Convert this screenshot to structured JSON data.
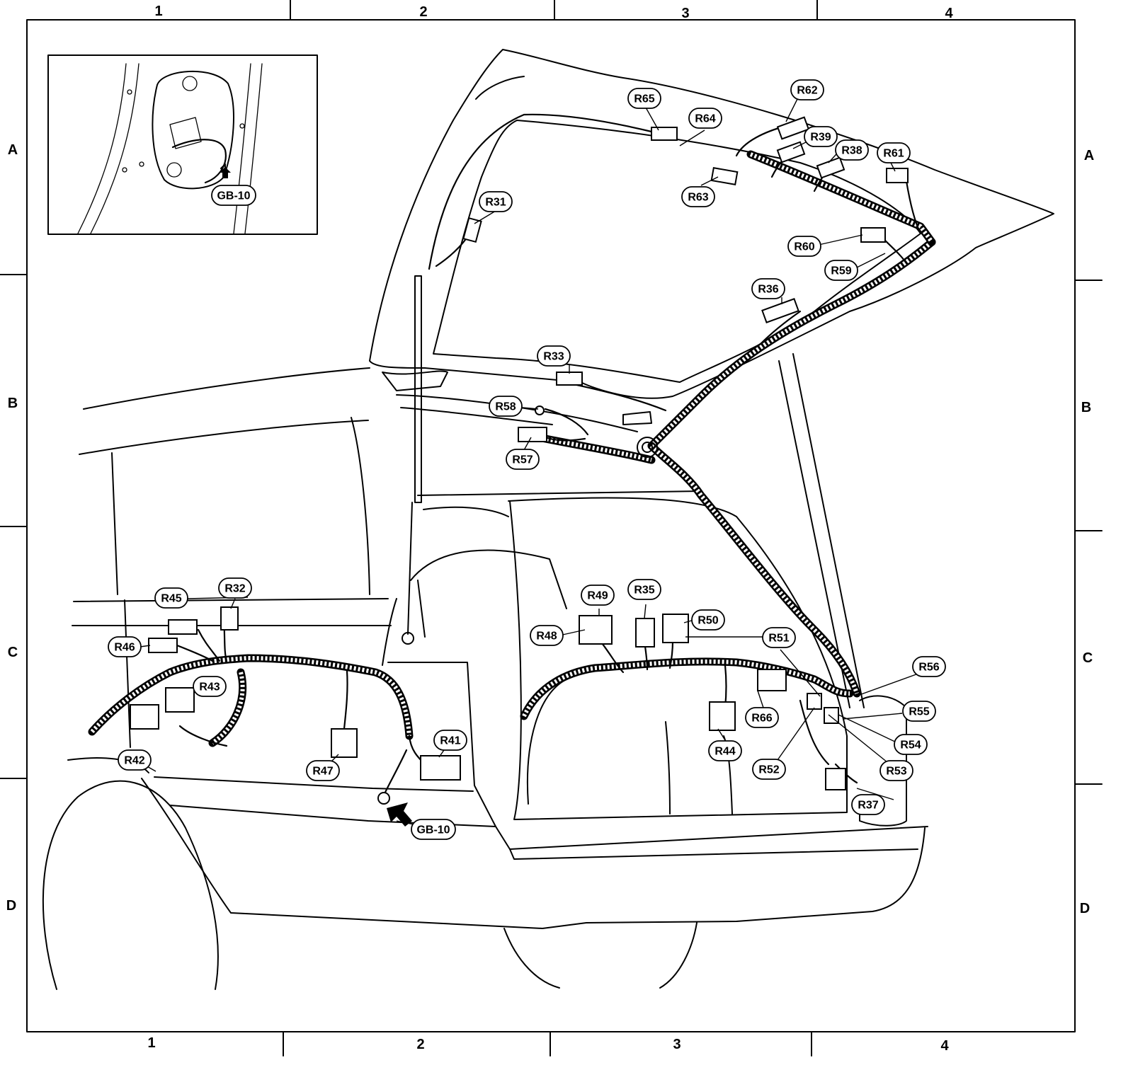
{
  "grid": {
    "columns": [
      "1",
      "2",
      "3",
      "4"
    ],
    "rows": [
      "A",
      "B",
      "C",
      "D"
    ]
  },
  "connectors": [
    {
      "id": "R31",
      "label": "R31"
    },
    {
      "id": "R32",
      "label": "R32"
    },
    {
      "id": "R33",
      "label": "R33"
    },
    {
      "id": "R35",
      "label": "R35"
    },
    {
      "id": "R36",
      "label": "R36"
    },
    {
      "id": "R37",
      "label": "R37"
    },
    {
      "id": "R38",
      "label": "R38"
    },
    {
      "id": "R39",
      "label": "R39"
    },
    {
      "id": "R41",
      "label": "R41"
    },
    {
      "id": "R42",
      "label": "R42"
    },
    {
      "id": "R43",
      "label": "R43"
    },
    {
      "id": "R44",
      "label": "R44"
    },
    {
      "id": "R45",
      "label": "R45"
    },
    {
      "id": "R46",
      "label": "R46"
    },
    {
      "id": "R47",
      "label": "R47"
    },
    {
      "id": "R48",
      "label": "R48"
    },
    {
      "id": "R49",
      "label": "R49"
    },
    {
      "id": "R50",
      "label": "R50"
    },
    {
      "id": "R51",
      "label": "R51"
    },
    {
      "id": "R52",
      "label": "R52"
    },
    {
      "id": "R53",
      "label": "R53"
    },
    {
      "id": "R54",
      "label": "R54"
    },
    {
      "id": "R55",
      "label": "R55"
    },
    {
      "id": "R56",
      "label": "R56"
    },
    {
      "id": "R57",
      "label": "R57"
    },
    {
      "id": "R58",
      "label": "R58"
    },
    {
      "id": "R59",
      "label": "R59"
    },
    {
      "id": "R60",
      "label": "R60"
    },
    {
      "id": "R61",
      "label": "R61"
    },
    {
      "id": "R62",
      "label": "R62"
    },
    {
      "id": "R63",
      "label": "R63"
    },
    {
      "id": "R64",
      "label": "R64"
    },
    {
      "id": "R65",
      "label": "R65"
    },
    {
      "id": "R66",
      "label": "R66"
    }
  ],
  "grounds": [
    {
      "id": "GB-10-inset",
      "label": "GB-10"
    },
    {
      "id": "GB-10-main",
      "label": "GB-10"
    }
  ]
}
